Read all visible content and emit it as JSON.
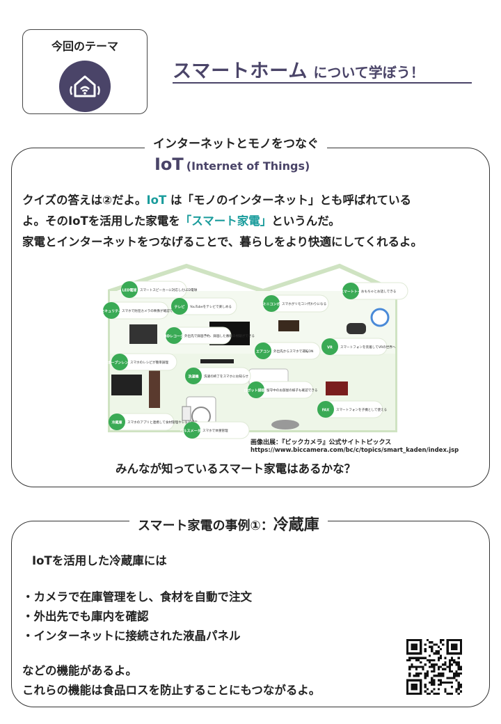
{
  "theme": {
    "label": "今回のテーマ",
    "icon": "smart-home-icon"
  },
  "title": {
    "main": "スマートホーム",
    "suffix": "について学ぼう！"
  },
  "section1": {
    "legend": "インターネットとモノをつなぐ",
    "iot_big": "IoT",
    "iot_small": "(Internet of Things)",
    "line1_a": "クイズの答えは②だよ。",
    "line1_b": "IoT",
    "line1_c": " は「モノのインターネット」とも呼ばれている",
    "line2_a": "よ。そのIoTを活用した家電を",
    "line2_b": "「スマート家電」",
    "line2_c": "というんだ。",
    "line3": "家電とインターネットをつなげることで、暮らしをより快適にしてくれるよ。",
    "credit1": "画像出展：『ビックカメラ』公式サイトトピックス",
    "credit2": "https://www.biccamera.com/bc/c/topics/smart_kaden/index.jsp",
    "question": "みんなが知っているスマート家電はあるかな？",
    "illustration": {
      "bubbles": [
        {
          "label": "LED電球",
          "desc": "スマートスピーカーに対応したLED電球"
        },
        {
          "label": "セキュリティ",
          "desc": "スマホで防犯カメラの映像が確認できる"
        },
        {
          "label": "テレビ",
          "desc": "YouTubeをテレビで楽しめる"
        },
        {
          "label": "ミニコンポ",
          "desc": "スマホがリモコン代わりになる"
        },
        {
          "label": "スマートトイ",
          "desc": "おもちゃとお話しできる"
        },
        {
          "label": "BDレコーダ",
          "desc": "外出先で録画予約、録画した番組の視聴ができる"
        },
        {
          "label": "エアコン",
          "desc": "外出先からスマホで運転ON"
        },
        {
          "label": "VR",
          "desc": "スマートフォンを装着してVRの世界へ"
        },
        {
          "label": "オーブンレンジ",
          "desc": "スマホのレシピが簡単調理"
        },
        {
          "label": "洗濯機",
          "desc": "洗濯の終了をスマホにお知らせ"
        },
        {
          "label": "ロボット掃除機",
          "desc": "留守中のお部屋の様子も確認できる"
        },
        {
          "label": "冷蔵庫",
          "desc": "スマホのアプリと連携して食材管理やレシピ検索"
        },
        {
          "label": "ヘルスメーター",
          "desc": "スマホで体重管理"
        },
        {
          "label": "FAX",
          "desc": "スマートフォンを子機として使える"
        }
      ]
    }
  },
  "section2": {
    "legend_a": "スマート家電の事例①：",
    "legend_b": "冷蔵庫",
    "intro": "IoTを活用した冷蔵庫には",
    "bullets": [
      "・カメラで在庫管理をし、食材を自動で注文",
      "・外出先でも庫内を確認",
      "・インターネットに接続された液晶パネル"
    ],
    "outro1": "などの機能があるよ。",
    "outro2": "これらの機能は食品ロスを防止することにもつながるよ。"
  },
  "colors": {
    "accent": "#4a4468",
    "teal": "#1a9c9c",
    "bubble_green": "#3aaa55"
  }
}
